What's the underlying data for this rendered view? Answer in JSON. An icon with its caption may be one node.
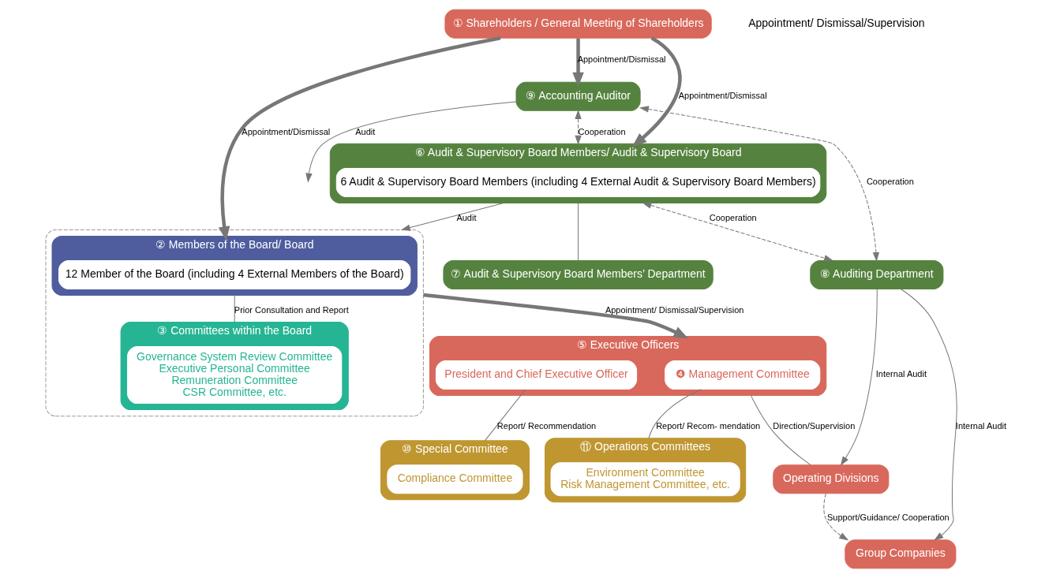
{
  "diagram": {
    "nodes": [
      {
        "text": [
          "① Shareholders / General Meeting of Shareholders"
        ]
      },
      {
        "text": [
          "⑨ Accounting Auditor"
        ]
      },
      {
        "text": [
          "⑥ Audit & Supervisory Board Members/ Audit & Supervisory Board"
        ]
      },
      {
        "text": [
          "6 Audit & Supervisory Board Members (including 4 External Audit & Supervisory Board Members)"
        ],
        "in": 2
      },
      {
        "text": [
          "⑦ Audit & Supervisory Board Members’ Department"
        ]
      },
      {
        "text": [],
        "shape": "box"
      },
      {
        "text": [
          "② Members of the Board/ Board"
        ],
        "in": 5
      },
      {
        "text": [
          "12 Member of the Board (including 4 External Members of the Board)"
        ],
        "in": 6
      },
      {
        "text": [
          "③ Committees within the Board"
        ],
        "in": 5
      },
      {
        "text": [
          "Governance System Review Committee",
          "Executive Personal Committee",
          "Remuneration Committee",
          "CSR Committee, etc."
        ],
        "in": 8
      },
      {
        "text": [
          "⑤ Executive Officers"
        ]
      },
      {
        "text": [
          "❹ Management Committee"
        ],
        "in": 10
      },
      {
        "text": [
          "President and Chief Executive Officer"
        ],
        "in": 10
      },
      {
        "text": [
          "⑪ Operations Committees"
        ]
      },
      {
        "text": [
          "Environment Committee",
          "Risk Management Committee, etc."
        ],
        "in": 13
      },
      {
        "text": [
          "⑩ Special Committee"
        ]
      },
      {
        "text": [
          "Compliance Committee"
        ],
        "in": 15
      },
      {
        "text": [
          "⑧ Auditing Department"
        ]
      },
      {
        "text": [
          "Group Companies"
        ]
      },
      {
        "text": [
          "Operating Divisions"
        ]
      }
    ],
    "edges": [
      {
        "from": 0,
        "to": 1,
        "arrow": "to",
        "label": "Appointment/Dismissal",
        "style": "thick"
      },
      {
        "from": 0,
        "to": 2,
        "arrow": "to",
        "label": "Appointment/Dismissal",
        "style": "thick"
      },
      {
        "from": 0,
        "to": 6,
        "arrow": "to",
        "label": "Appointment/Dismissal",
        "style": "thick"
      },
      {
        "from": 1,
        "to": 2,
        "arrow": "both",
        "label": "Cooperation",
        "style": "dashed"
      },
      {
        "from": 2,
        "to": 5,
        "arrow": "to",
        "label": "Audit"
      },
      {
        "from": 2,
        "to": 4,
        "arrow": "none"
      },
      {
        "from": 6,
        "to": 8,
        "arrow": "none",
        "label": "Prior Consultation and Report"
      },
      {
        "from": 5,
        "to": 10,
        "arrow": "to",
        "label": "Appointment/ Dismissal/Supervision",
        "style": "thick"
      },
      {
        "from": 11,
        "to": 13,
        "arrow": "none",
        "label": "Report/ Recom- mendation"
      },
      {
        "from": 12,
        "to": 15,
        "arrow": "none",
        "label": "Report/ Recommendation"
      },
      {
        "from": 2,
        "to": 17,
        "arrow": "both",
        "label": "Cooperation",
        "style": "dashed"
      },
      {
        "from": 1,
        "to": 17,
        "arrow": "both",
        "label": "Cooperation",
        "style": "dashed"
      },
      {
        "from": 1,
        "to": null,
        "arrow": "to",
        "label": "Audit"
      },
      {
        "from": 17,
        "to": 18,
        "arrow": "to",
        "label": "Internal Audit"
      },
      {
        "from": 17,
        "to": 19,
        "arrow": "to",
        "label": "Internal Audit"
      },
      {
        "from": 10,
        "to": 19,
        "arrow": "none",
        "label": "Direction/Supervision"
      },
      {
        "from": 19,
        "to": 18,
        "arrow": "to",
        "label": "Support/Guidance/ Cooperation",
        "style": "dashed"
      }
    ],
    "labels": [
      "Appointment/ Dismissal/Supervision"
    ]
  }
}
